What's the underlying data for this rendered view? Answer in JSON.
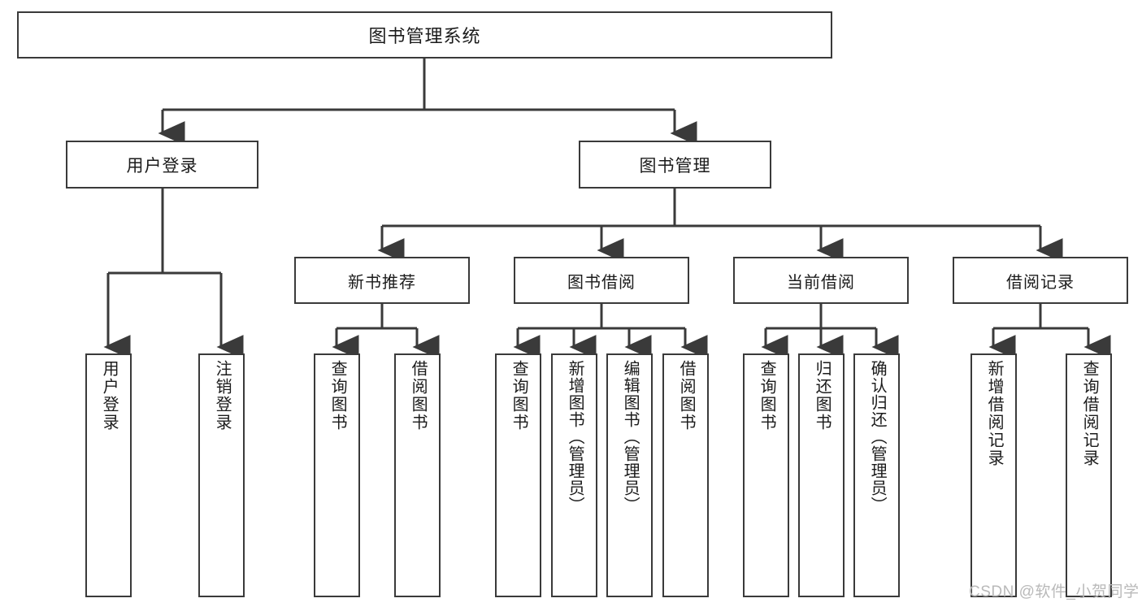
{
  "diagram": {
    "type": "tree",
    "title": "图书管理系统",
    "watermark": "CSDN @软件_小贺同学",
    "colors": {
      "background": "#ffffff",
      "border": "#3a3a3a",
      "line": "#3a3a3a",
      "text": "#1b1b1b",
      "watermark": "#b9b9b9"
    },
    "nodes": {
      "root": {
        "label": "图书管理系统"
      },
      "level2": [
        {
          "label": "用户登录"
        },
        {
          "label": "图书管理"
        }
      ],
      "level3": [
        {
          "label": "新书推荐"
        },
        {
          "label": "图书借阅"
        },
        {
          "label": "当前借阅"
        },
        {
          "label": "借阅记录"
        }
      ],
      "leaves": [
        {
          "label": "用户登录"
        },
        {
          "label": "注销登录"
        },
        {
          "label": "查询图书"
        },
        {
          "label": "借阅图书"
        },
        {
          "label": "查询图书"
        },
        {
          "label": "新增图书（管理员）"
        },
        {
          "label": "编辑图书（管理员）"
        },
        {
          "label": "借阅图书"
        },
        {
          "label": "查询图书"
        },
        {
          "label": "归还图书"
        },
        {
          "label": "确认归还（管理员）"
        },
        {
          "label": "新增借阅记录"
        },
        {
          "label": "查询借阅记录"
        }
      ]
    },
    "hierarchy": [
      {
        "label": "图书管理系统",
        "children": [
          {
            "label": "用户登录",
            "children": [
              {
                "label": "用户登录"
              },
              {
                "label": "注销登录"
              }
            ]
          },
          {
            "label": "图书管理",
            "children": [
              {
                "label": "新书推荐",
                "children": [
                  {
                    "label": "查询图书"
                  },
                  {
                    "label": "借阅图书"
                  }
                ]
              },
              {
                "label": "图书借阅",
                "children": [
                  {
                    "label": "查询图书"
                  },
                  {
                    "label": "新增图书（管理员）"
                  },
                  {
                    "label": "编辑图书（管理员）"
                  },
                  {
                    "label": "借阅图书"
                  }
                ]
              },
              {
                "label": "当前借阅",
                "children": [
                  {
                    "label": "查询图书"
                  },
                  {
                    "label": "归还图书"
                  },
                  {
                    "label": "确认归还（管理员）"
                  }
                ]
              },
              {
                "label": "借阅记录",
                "children": [
                  {
                    "label": "新增借阅记录"
                  },
                  {
                    "label": "查询借阅记录"
                  }
                ]
              }
            ]
          }
        ]
      }
    ]
  }
}
